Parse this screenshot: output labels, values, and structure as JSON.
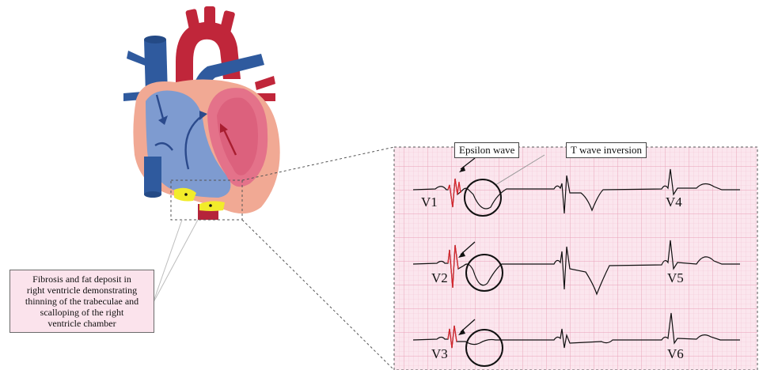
{
  "callout": {
    "lines": [
      "Fibrosis and fat deposit in",
      "right ventricle demonstrating",
      "thinning of the trabeculae and",
      "scalloping of the right",
      "ventricle chamber"
    ]
  },
  "ecg": {
    "annotations": {
      "epsilon": "Epsilon wave",
      "t_inversion": "T wave inversion"
    },
    "leads": {
      "v1": "V1",
      "v2": "V2",
      "v3": "V3",
      "v4": "V4",
      "v5": "V5",
      "v6": "V6"
    }
  },
  "colors": {
    "grid_background": "#fbe6ee",
    "grid_minor": "#f3c3d3",
    "grid_major": "#e9a0b8",
    "trace": "#111111",
    "epsilon_trace": "#d8282f",
    "callout_background": "#fbe3ec",
    "venous_blue": "#2f5a9e",
    "arterial_red": "#c0263a",
    "myocardium": "#f1a994",
    "fat_deposit": "#f2ec2a"
  }
}
